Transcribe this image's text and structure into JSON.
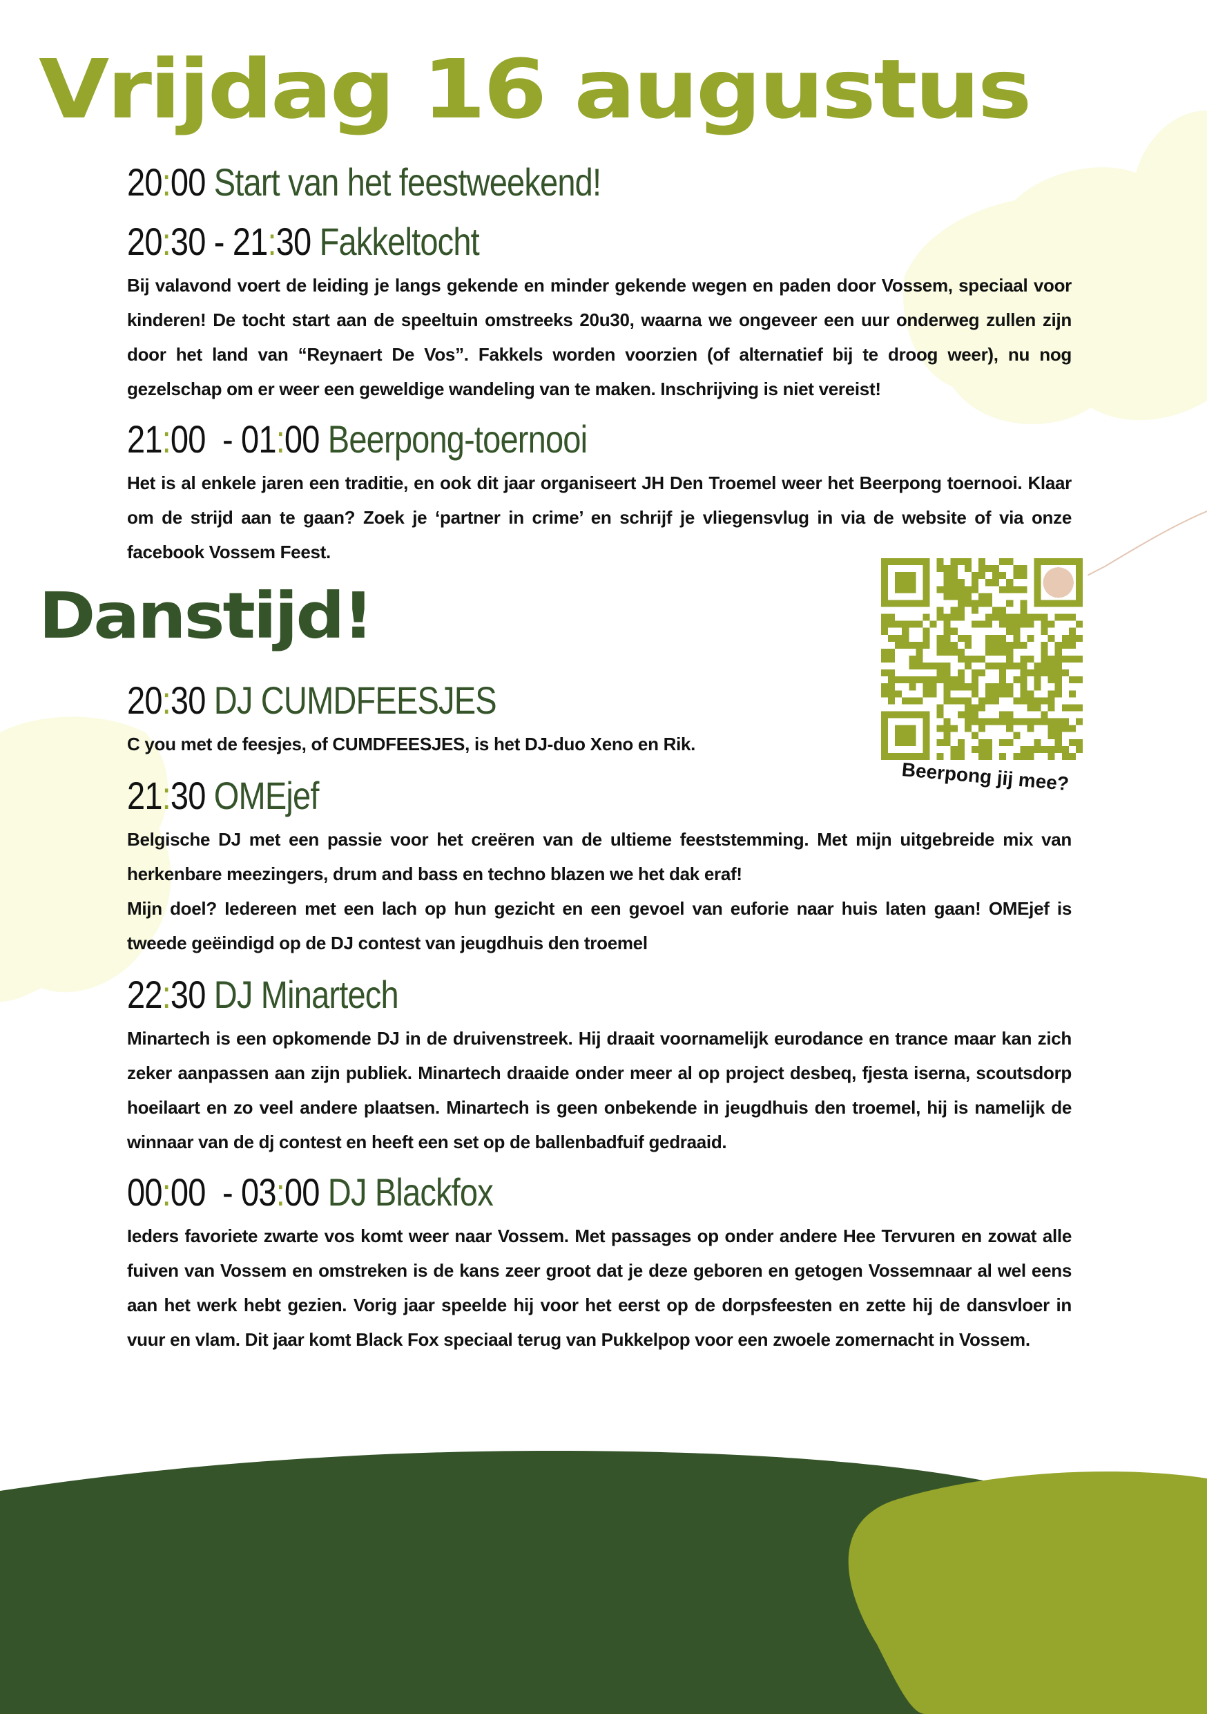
{
  "header": {
    "title": "Vrijdag 16 augustus"
  },
  "friday_events": [
    {
      "start": "20:00",
      "end": "",
      "name": "Start van het feestweekend!",
      "description": []
    },
    {
      "start": "20:30",
      "end": "21:30",
      "name": "Fakkeltocht",
      "description": [
        "Bij valavond voert de leiding je langs gekende en minder gekende wegen en paden door Vossem, speciaal voor kinderen! De tocht start aan de speeltuin omstreeks 20u30, waarna we ongeveer een uur onderweg zullen zijn door het land van “Reynaert De Vos”. Fakkels worden voorzien (of alternatief bij te droog weer), nu nog gezelschap om er weer een geweldige wandeling van te maken. Inschrijving is niet vereist!"
      ]
    },
    {
      "start": "21:00",
      "end": "01:00",
      "name": "Beerpong-toernooi",
      "description": [
        "Het is al enkele jaren een traditie, en ook dit jaar organiseert JH Den Troemel weer het Beerpong toernooi. Klaar om de strijd aan te gaan? Zoek je ‘partner in crime’ en schrijf je vliegensvlug in via de website of via onze facebook Vossem Feest."
      ]
    }
  ],
  "section": {
    "title": "Danstijd!"
  },
  "dance_events": [
    {
      "start": "20:30",
      "end": "",
      "name": "DJ CUMDFEESJES",
      "description": [
        "C you met de feesjes, of CUMDFEESJES, is het DJ-duo Xeno en Rik."
      ]
    },
    {
      "start": "21:30",
      "end": "",
      "name": "OMEjef",
      "description": [
        "Belgische DJ met een passie voor het creëren van de ultieme feeststemming. Met mijn uitgebreide mix van herkenbare meezingers, drum and bass en techno blazen we het dak eraf!",
        "Mijn doel? Iedereen met een lach op hun gezicht en een gevoel van euforie naar huis laten gaan! OMEjef is tweede geëindigd op de DJ contest van jeugdhuis den troemel"
      ]
    },
    {
      "start": "22:30",
      "end": "",
      "name": "DJ Minartech",
      "description": [
        "Minartech is een opkomende DJ in de druivenstreek. Hij draait voornamelijk eurodance en trance maar kan zich zeker aanpassen aan zijn publiek. Minartech draaide onder meer al op project desbeq, fjesta iserna, scoutsdorp hoeilaart en zo veel andere plaatsen. Minartech is geen onbekende in jeugdhuis den troemel, hij is namelijk de winnaar van de dj contest en heeft een set op de ballenbadfuif gedraaid."
      ]
    },
    {
      "start": "00:00",
      "end": "03:00",
      "name": "DJ Blackfox",
      "description": [
        "Ieders favoriete zwarte vos komt weer naar Vossem. Met passages op onder andere Hee Tervuren en zowat alle fuiven van Vossem en omstreken is de kans zeer groot dat je deze geboren en getogen Vossemnaar al wel eens aan het werk hebt gezien. Vorig jaar speelde hij voor het eerst op de dorpsfeesten en zette hij de dansvloer in vuur en vlam. Dit jaar komt Black Fox speciaal terug van Pukkelpop voor een zwoele zomernacht in Vossem."
      ]
    }
  ],
  "qr": {
    "caption": "Beerpong jij mee?",
    "icon": "qr-code-icon"
  },
  "colors": {
    "accent_green": "#96a52b",
    "dark_green": "#35542a",
    "pale_yellow": "#fafbe1",
    "text": "#111111"
  }
}
